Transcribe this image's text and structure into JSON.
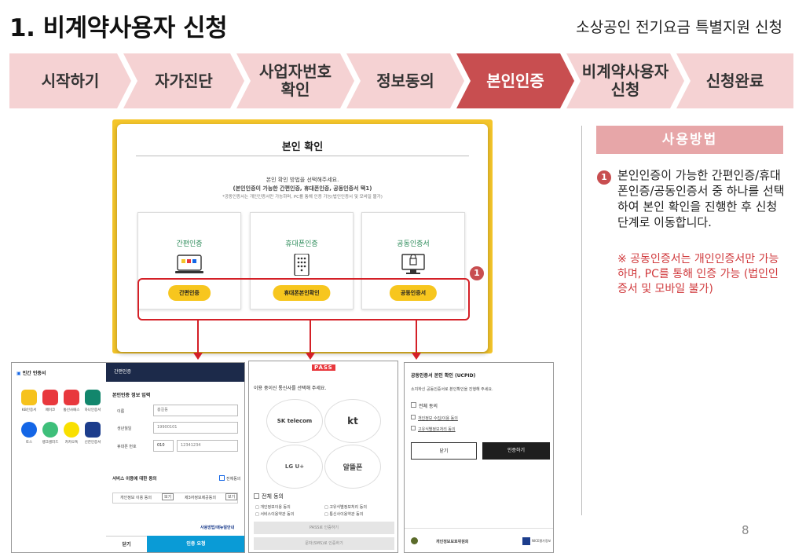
{
  "header": {
    "title": "1. 비계약사용자 신청",
    "subtitle": "소상공인 전기요금 특별지원 신청"
  },
  "steps": [
    {
      "label": "시작하기",
      "active": false
    },
    {
      "label": "자가진단",
      "active": false
    },
    {
      "label": "사업자번호\n확인",
      "active": false
    },
    {
      "label": "정보동의",
      "active": false
    },
    {
      "label": "본인인증",
      "active": true
    },
    {
      "label": "비계약사용자\n신청",
      "active": false
    },
    {
      "label": "신청완료",
      "active": false
    }
  ],
  "cert_panel": {
    "title": "본인 확인",
    "instruction_1": "본인 확인 방법을 선택해주세요.",
    "instruction_2": "(본인인증이 가능한 간편인증, 휴대폰인증, 공동인증서 택1)",
    "instruction_note": "*공동인증서는 개인인증서만 가능하며, PC를 통해 인증 가능(법인인증서 및 모바일 불가)",
    "cards": [
      {
        "label": "간편인증",
        "button": "간편인증",
        "icon": "simple-auth-icon"
      },
      {
        "label": "휴대폰인증",
        "button": "휴대폰본인확인",
        "icon": "phone-keypad-icon"
      },
      {
        "label": "공동인증서",
        "button": "공동인증서",
        "icon": "certificate-monitor-icon"
      }
    ],
    "badge": "1"
  },
  "howto": {
    "heading": "사용방법",
    "badge": "1",
    "body": "본인인증이 가능한 간편인증/휴대폰인증/공동인증서 중 하나를 선택하여 본인 확인을 진행한 후 신청단계로 이동합니다.",
    "note": "※ 공동인증서는 개인인증서만 가능하며, PC를 통해 인증 가능 (법인인증서 및 모바일 불가)"
  },
  "page_number": "8",
  "shot_simple": {
    "left_title": "민간 인증서",
    "apps": [
      {
        "label": "KB인증서",
        "color": "#f6c21c"
      },
      {
        "label": "페이코",
        "color": "#e8383d"
      },
      {
        "label": "통신사패스",
        "color": "#e8383d"
      },
      {
        "label": "하나인증서",
        "color": "#12866c"
      },
      {
        "label": "토스",
        "color": "#1466e6"
      },
      {
        "label": "뱅크샐러드",
        "color": "#3ebf7a"
      },
      {
        "label": "카카오톡",
        "color": "#f9e000"
      },
      {
        "label": "신한인증서",
        "color": "#1c3d8c"
      }
    ],
    "right_title": "간편인증",
    "section_title": "본인인증 정보 입력",
    "name_label": "이름",
    "name_placeholder": "홍길동",
    "birth_label": "생년월일",
    "birth_placeholder": "19900101",
    "phone_label": "휴대폰 번호",
    "phone_prefix": "010",
    "phone_placeholder": "12341234",
    "agree_title": "서비스 이용에 대한 동의",
    "agree_all": "전체동의",
    "agree_item_1": "개인정보 이용 동의",
    "agree_item_2": "제3자정보제공동의",
    "view_label": "보기",
    "help_link": "사용방법/매뉴얼안내",
    "close_btn": "닫기",
    "request_btn": "인증 요청"
  },
  "shot_pass": {
    "logo": "PASS",
    "prompt": "이용 중이신 통신사를 선택해 주세요.",
    "carrier_sk": "SK telecom",
    "carrier_kt": "kt",
    "carrier_lgu": "LG U+",
    "carrier_mvno": "알뜰폰",
    "agree_all": "전체 동의",
    "agree_1": "개인정보이용 동의",
    "agree_2": "고유식별정보처리 동의",
    "agree_3": "서비스이용약관 동의",
    "agree_4": "통신사이용약관 동의",
    "btn_pass": "PASS로 인증하기",
    "btn_sms": "문자(SMS)로 인증하기"
  },
  "shot_ucpid": {
    "title": "공동인증서 본인 확인 (UCPID)",
    "desc": "소지하신 공동인증서로 본인확인을 진행해 주세요.",
    "agree_all": "전체 동의",
    "agree_1": "개인정보 수집/이용 동의",
    "agree_2": "고유식별정보처리 동의",
    "close_btn": "닫기",
    "auth_btn": "인증하기",
    "footer_1": "개인정보보호위원회",
    "footer_2": "NICE평가정보"
  }
}
